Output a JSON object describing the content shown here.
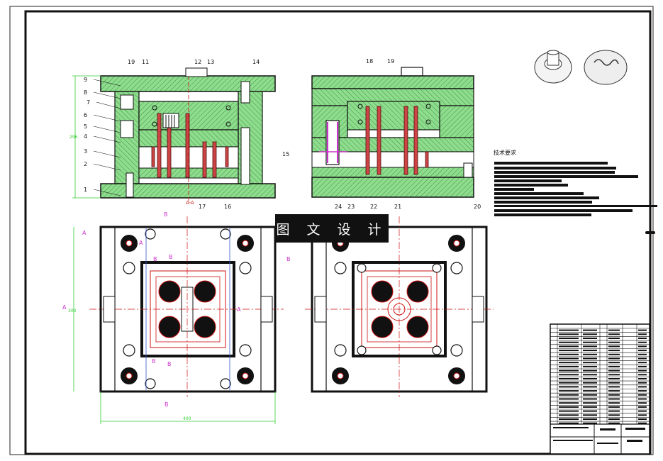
{
  "drawing": {
    "watermark": "图 文 设 计",
    "section_label": "A-A",
    "part_numbers_left": [
      "19",
      "11",
      "12",
      "13",
      "14",
      "9",
      "8",
      "7",
      "6",
      "5",
      "4",
      "3",
      "2",
      "1",
      "15",
      "17",
      "16"
    ],
    "part_numbers_right": [
      "18",
      "19",
      "24",
      "23",
      "22",
      "21",
      "20"
    ],
    "section_markers": [
      "A",
      "A",
      "A",
      "A",
      "B",
      "B",
      "B",
      "B",
      "B",
      "B",
      "B"
    ],
    "dimension_labels": {
      "left_height": "296",
      "plan_height": "300",
      "plan_width": "400"
    },
    "tech_requirements_heading": "技术要求"
  },
  "colors": {
    "green": "#7fd07f",
    "green_dark": "#2f8f2f",
    "red": "#cc1111",
    "magenta": "#cc33cc",
    "dim": "#33cc33",
    "black": "#111111"
  }
}
